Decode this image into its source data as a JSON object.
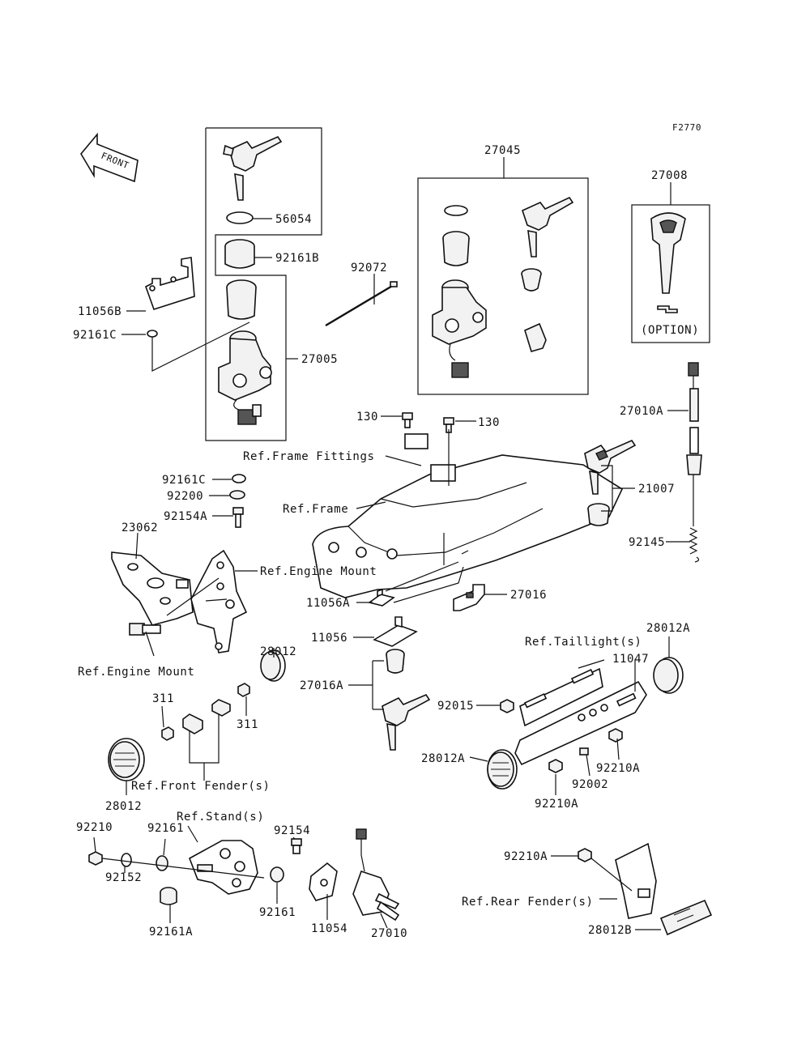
{
  "figure_id": "F2770",
  "front_arrow": "FRONT",
  "option_label": "(OPTION)",
  "labels": {
    "p27045": "27045",
    "p27008": "27008",
    "p56054": "56054",
    "p92161B": "92161B",
    "p92072": "92072",
    "p11056B": "11056B",
    "p92161C_top": "92161C",
    "p27005": "27005",
    "p130_left": "130",
    "p130_right": "130",
    "p27010A": "27010A",
    "ref_frame_fittings": "Ref.Frame Fittings",
    "p92161C_low": "92161C",
    "p92200": "92200",
    "p92154A": "92154A",
    "ref_frame": "Ref.Frame",
    "p21007": "21007",
    "p23062": "23062",
    "p92145": "92145",
    "ref_engine_mount_top": "Ref.Engine Mount",
    "p11056A": "11056A",
    "p27016": "27016",
    "p11056": "11056",
    "p28012_top": "28012",
    "p28012A_top": "28012A",
    "ref_taillight": "Ref.Taillight(s)",
    "p11047": "11047",
    "ref_engine_mount_bottom": "Ref.Engine Mount",
    "p27016A": "27016A",
    "p311_left": "311",
    "p92015": "92015",
    "p311_right": "311",
    "p28012A_left": "28012A",
    "p92210A_right": "92210A",
    "p92002": "92002",
    "p92210A_low": "92210A",
    "ref_front_fender": "Ref.Front Fender(s)",
    "p28012_bottom": "28012",
    "ref_stand": "Ref.Stand(s)",
    "p92210": "92210",
    "p92161_left": "92161",
    "p92154": "92154",
    "p92210A_rear": "92210A",
    "p92152": "92152",
    "p92161_right": "92161",
    "p11054": "11054",
    "p27010": "27010",
    "p92161A": "92161A",
    "ref_rear_fender": "Ref.Rear Fender(s)",
    "p28012B": "28012B"
  }
}
